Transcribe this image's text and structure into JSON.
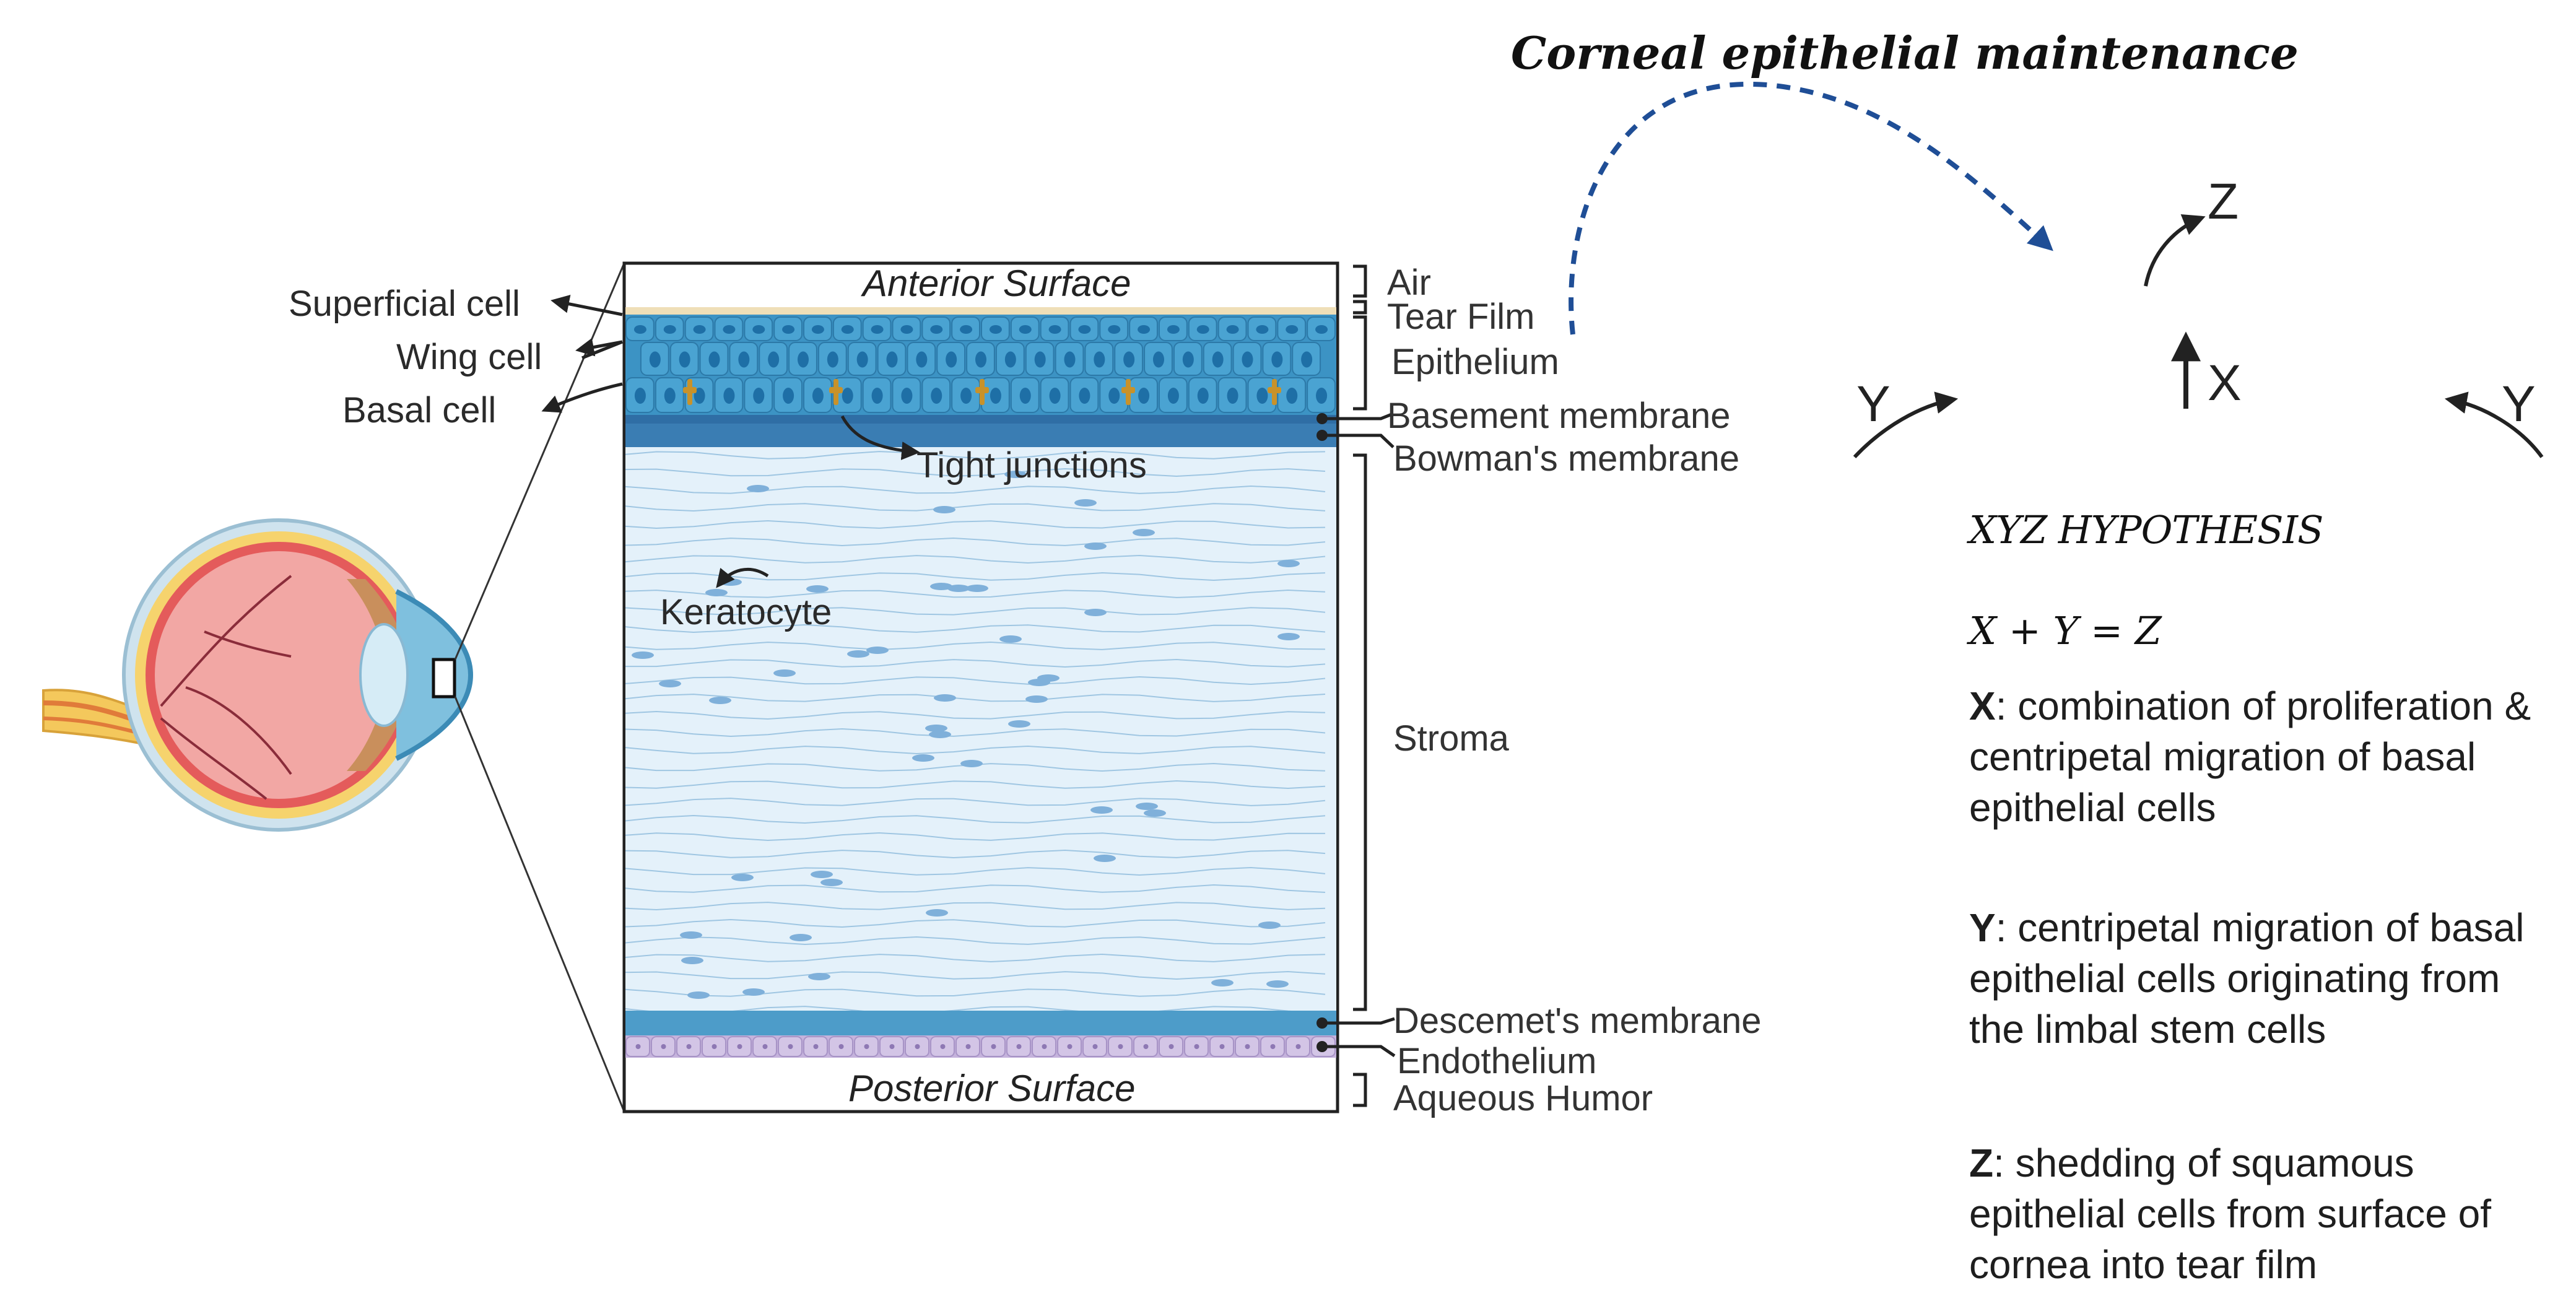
{
  "title": "Corneal epithelial maintenance",
  "cornea": {
    "anterior_surface": "Anterior Surface",
    "posterior_surface": "Posterior Surface"
  },
  "left_labels": {
    "superficial_cell": "Superficial cell",
    "wing_cell": "Wing cell",
    "basal_cell": "Basal cell",
    "keratocyte": "Keratocyte",
    "tight_junctions": "Tight junctions"
  },
  "right_labels": {
    "air": "Air",
    "tear_film": "Tear Film",
    "epithelium": "Epithelium",
    "basement_membrane": "Basement membrane",
    "bowmans_membrane": "Bowman's membrane",
    "stroma": "Stroma",
    "descemets_membrane": "Descemet's membrane",
    "endothelium": "Endothelium",
    "aqueous_humor": "Aqueous Humor"
  },
  "axes": {
    "x": "X",
    "y_left": "Y",
    "y_right": "Y",
    "z": "Z"
  },
  "hypothesis": {
    "heading": "XYZ HYPOTHESIS",
    "equation": "X + Y = Z",
    "x_key": "X",
    "x_text": ": combination of proliferation & centripetal migration of basal epithelial cells",
    "y_key": "Y",
    "y_text": ": centripetal migration of basal epithelial cells originating from the limbal stem cells",
    "z_key": "Z",
    "z_text": ": shedding of squamous epithelial cells from surface of cornea into tear film"
  },
  "colors": {
    "epithelium": "#3c93c4",
    "basement": "#2f6ea5",
    "stroma": "#e4f1fa",
    "stroma_fiber": "#9fc6e2",
    "endothelium": "#c5b3dc",
    "tight_junction": "#c8922a",
    "dashed_arrow": "#1f4e96"
  }
}
